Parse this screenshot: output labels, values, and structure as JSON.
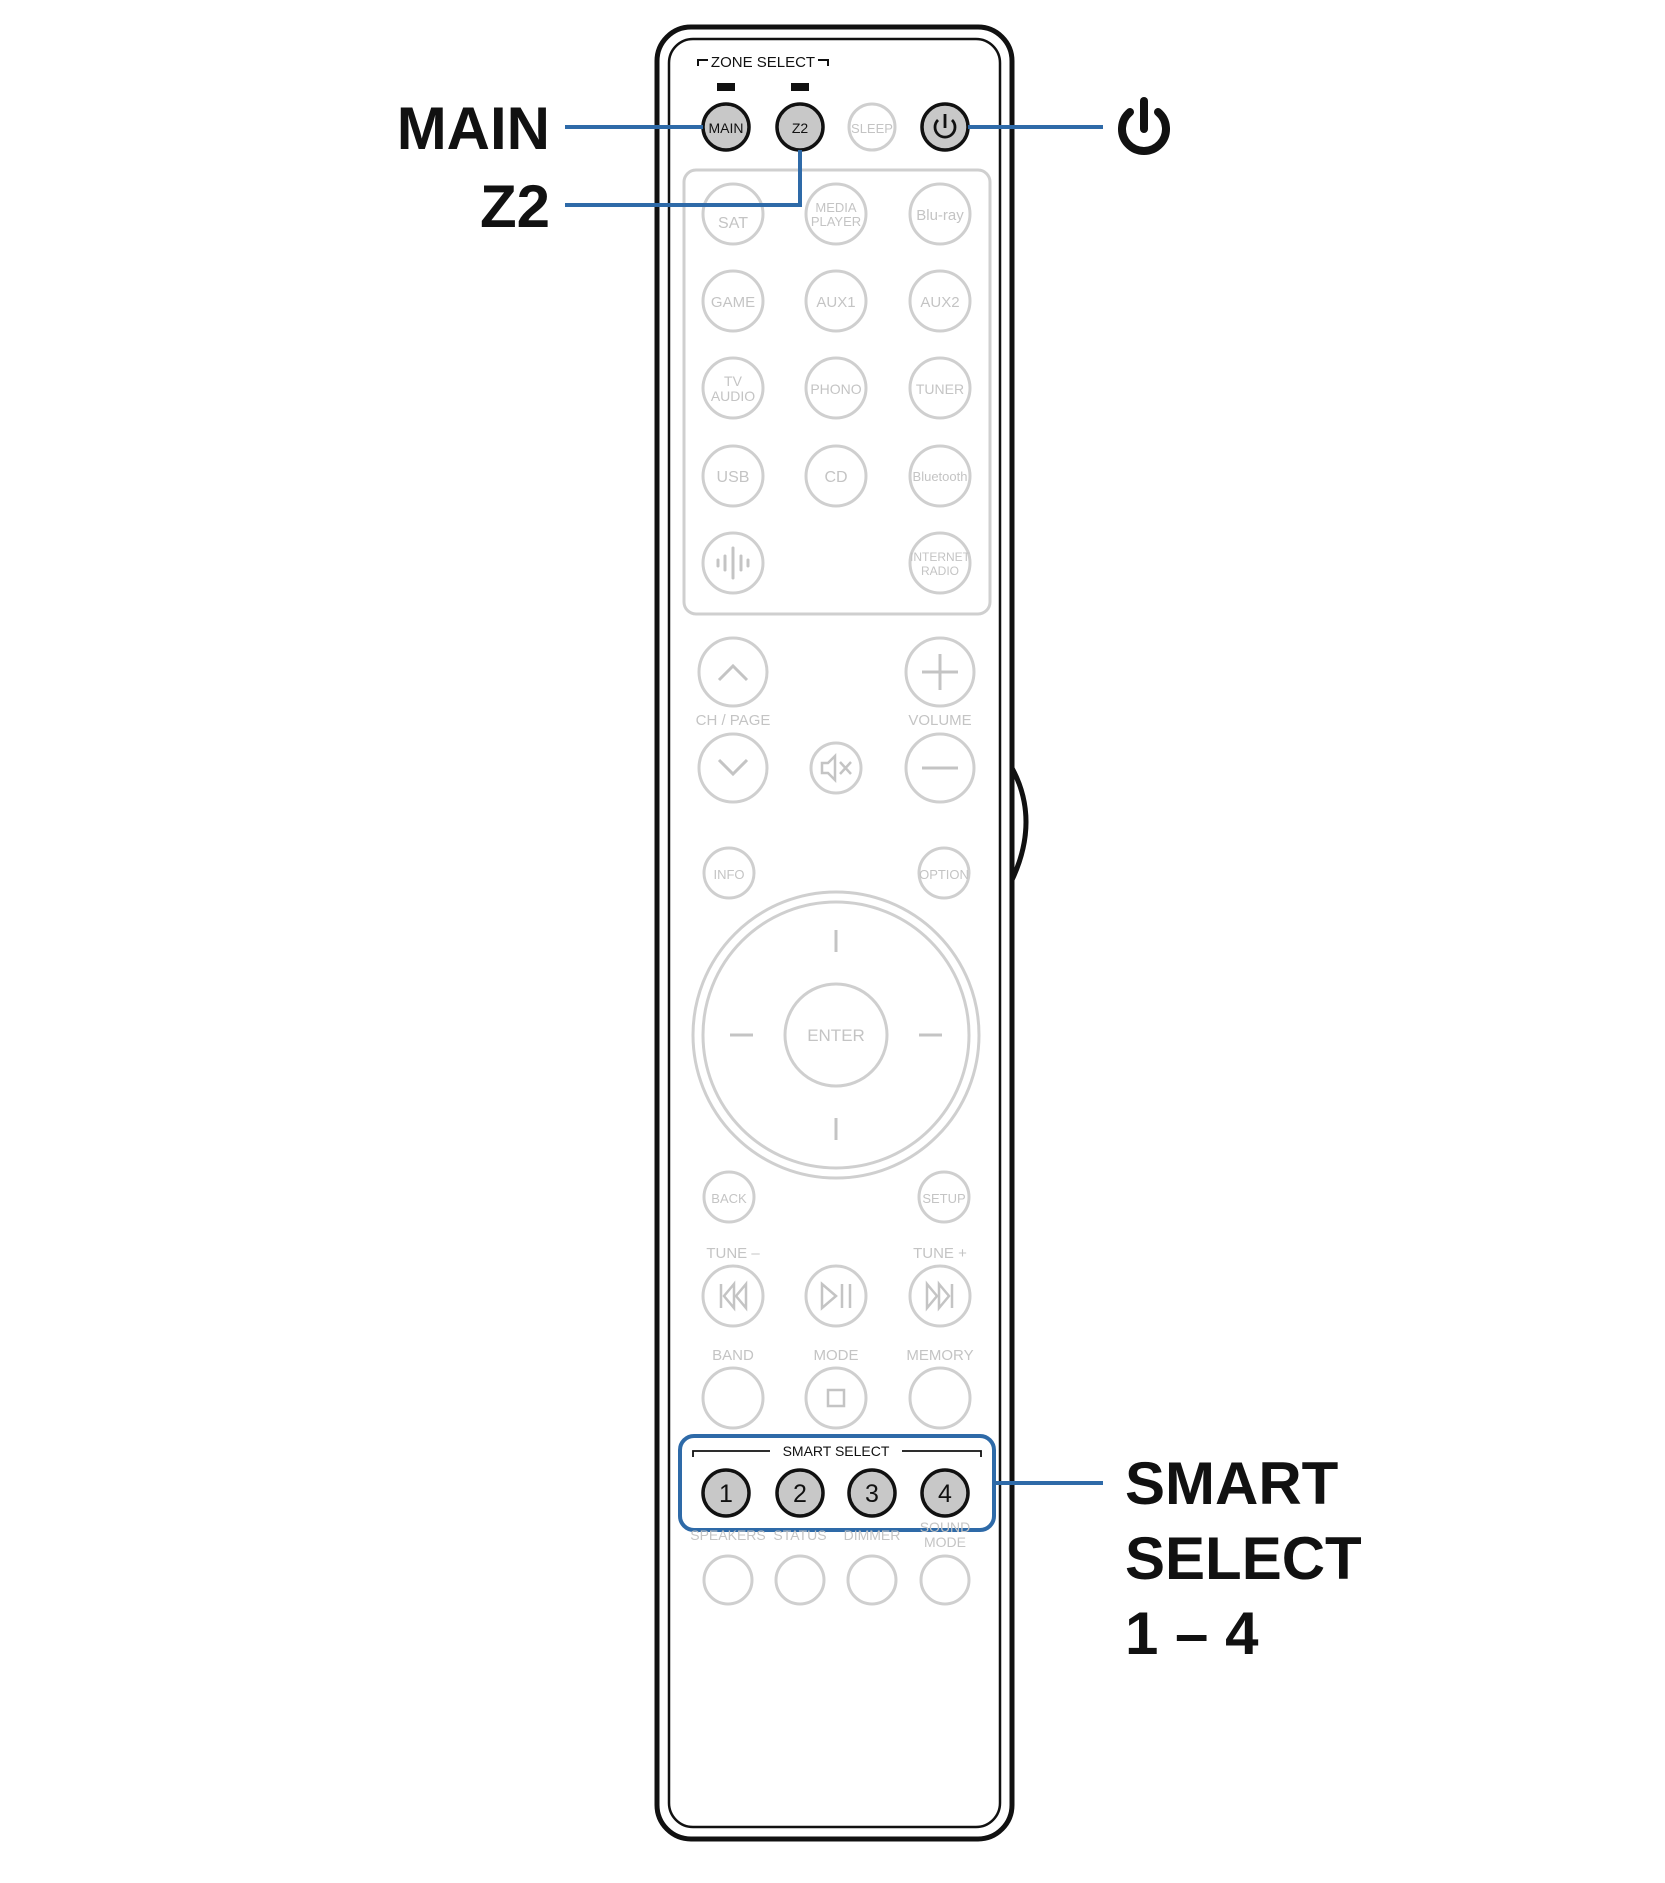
{
  "callouts": {
    "main": "MAIN",
    "z2": "Z2",
    "smart_line1": "SMART",
    "smart_line2": "SELECT",
    "smart_line3": "1 – 4"
  },
  "zone_select": {
    "label": "ZONE SELECT",
    "main": "MAIN",
    "z2": "Z2",
    "sleep": "SLEEP"
  },
  "sources": {
    "sat": "SAT",
    "media_player_1": "MEDIA",
    "media_player_2": "PLAYER",
    "bluray": "Blu-ray",
    "game": "GAME",
    "aux1": "AUX1",
    "aux2": "AUX2",
    "tv_audio_1": "TV",
    "tv_audio_2": "AUDIO",
    "phono": "PHONO",
    "tuner": "TUNER",
    "usb": "USB",
    "cd": "CD",
    "bluetooth": "Bluetooth",
    "internet_radio_1": "INTERNET",
    "internet_radio_2": "RADIO"
  },
  "controls": {
    "ch_page": "CH / PAGE",
    "volume": "VOLUME",
    "info": "INFO",
    "option": "OPTION",
    "enter": "ENTER",
    "back": "BACK",
    "setup": "SETUP",
    "tune_minus": "TUNE –",
    "tune_plus": "TUNE +",
    "band": "BAND",
    "mode": "MODE",
    "memory": "MEMORY"
  },
  "smart_select": {
    "label": "SMART SELECT",
    "b1": "1",
    "b2": "2",
    "b3": "3",
    "b4": "4"
  },
  "bottom_row": {
    "speakers": "SPEAKERS",
    "status": "STATUS",
    "dimmer": "DIMMER",
    "sound_mode_1": "SOUND",
    "sound_mode_2": "MODE"
  },
  "colors": {
    "callout_line": "#2e6aa8",
    "button_grey": "#cfcfcf",
    "highlight_fill": "#c8c8c8",
    "outline": "#111111"
  }
}
